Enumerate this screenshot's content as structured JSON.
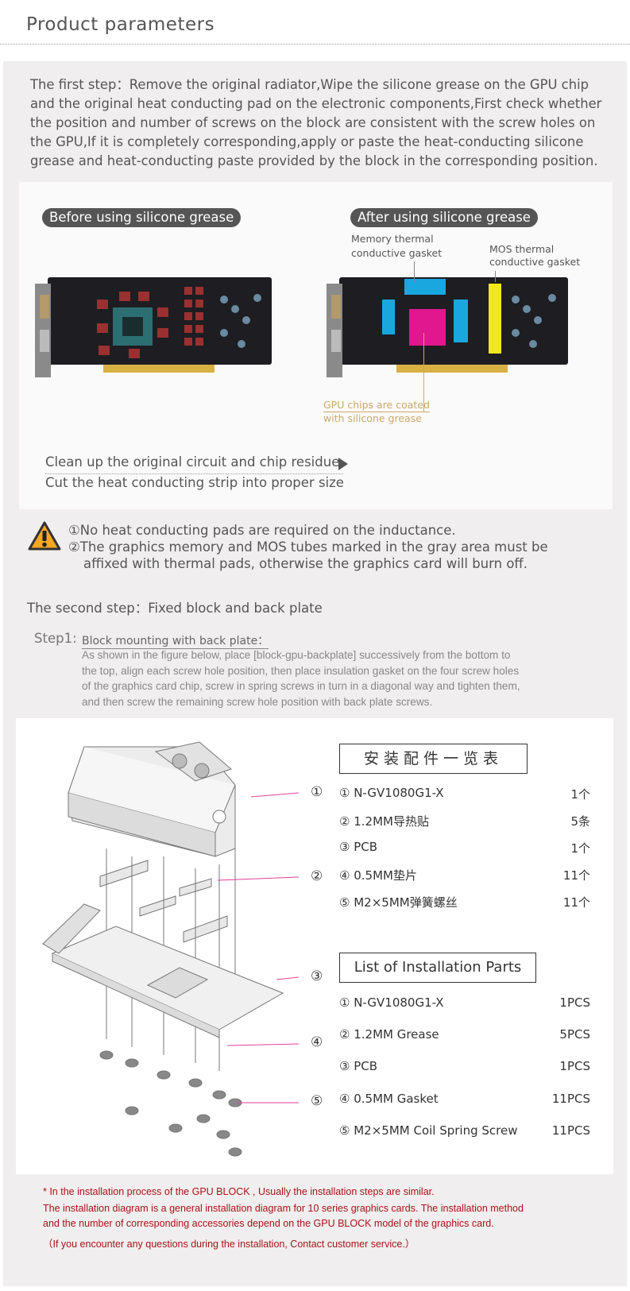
{
  "header": {
    "title": "Product parameters"
  },
  "step1": {
    "text": "The first step：Remove the original radiator,Wipe the silicone grease on the GPU chip and the original heat conducting pad on the electronic components,First check whether the position and number of screws on the block are consistent with the screw holes on the GPU,If it is completely corresponding,apply or paste the heat-conducting silicone grease and heat-conducting paste provided by the block in the corresponding position."
  },
  "grease": {
    "before_label": "Before using silicone grease",
    "after_label": "After using silicone grease",
    "memory_gasket_1": "Memory thermal",
    "memory_gasket_2": "conductive gasket",
    "mos_gasket_1": "MOS thermal",
    "mos_gasket_2": "conductive gasket",
    "gpu_coated_1": "GPU chips are coated",
    "gpu_coated_2": "with silicone grease",
    "clean_text": "Clean up the original circuit and chip residue",
    "cut_text": "Cut the heat conducting strip into proper size"
  },
  "warning": {
    "line1": "①No heat conducting pads are required on the inductance.",
    "line2": "②The graphics memory and MOS tubes marked in the gray area must be",
    "line3": "affixed with thermal pads, otherwise the graphics card will burn off.",
    "icon": "warning-triangle-icon",
    "color": "#f5a623"
  },
  "step2": {
    "title": "The second step：Fixed block and back plate",
    "sub_label": "Step1:",
    "sub_title": "Block mounting with back plate：",
    "description_1": "As shown in the figure below, place [block-gpu-backplate] successively from the bottom to",
    "description_2": "the top, align each screw hole position, then place insulation gasket on the four screw holes",
    "description_3": "of the graphics card chip, screw in spring screws in turn in a diagonal way and tighten them,",
    "description_4": "and then screw the remaining screw hole position with back plate screws."
  },
  "diagram": {
    "callouts": [
      "①",
      "②",
      "③",
      "④",
      "⑤"
    ],
    "accent_color": "#e0409a"
  },
  "parts_cn": {
    "title": "安装配件一览表",
    "items": [
      {
        "name": "① N-GV1080G1-X",
        "qty": "1个"
      },
      {
        "name": "② 1.2MM导热贴",
        "qty": "5条"
      },
      {
        "name": "③ PCB",
        "qty": "1个"
      },
      {
        "name": "④ 0.5MM垫片",
        "qty": "11个"
      },
      {
        "name": "⑤ M2×5MM弹簧螺丝",
        "qty": "11个"
      }
    ]
  },
  "parts_en": {
    "title": "List of Installation Parts",
    "items": [
      {
        "name": "① N-GV1080G1-X",
        "qty": "1PCS"
      },
      {
        "name": "② 1.2MM Grease",
        "qty": "5PCS"
      },
      {
        "name": "③ PCB",
        "qty": "1PCS"
      },
      {
        "name": "④ 0.5MM Gasket",
        "qty": "11PCS"
      },
      {
        "name": "⑤ M2×5MM Coil Spring Screw",
        "qty": "11PCS"
      }
    ]
  },
  "footer": {
    "line1": "* In the installation process of the GPU BLOCK , Usually the installation steps are similar.",
    "line2": "The installation diagram is a general installation diagram for 10 series graphics cards. The installation method",
    "line3": "and the number of corresponding accessories depend on the GPU BLOCK model of the graphics card.",
    "line4": "（If you encounter any questions during the installation, Contact customer service.）",
    "color": "#a8131b"
  }
}
